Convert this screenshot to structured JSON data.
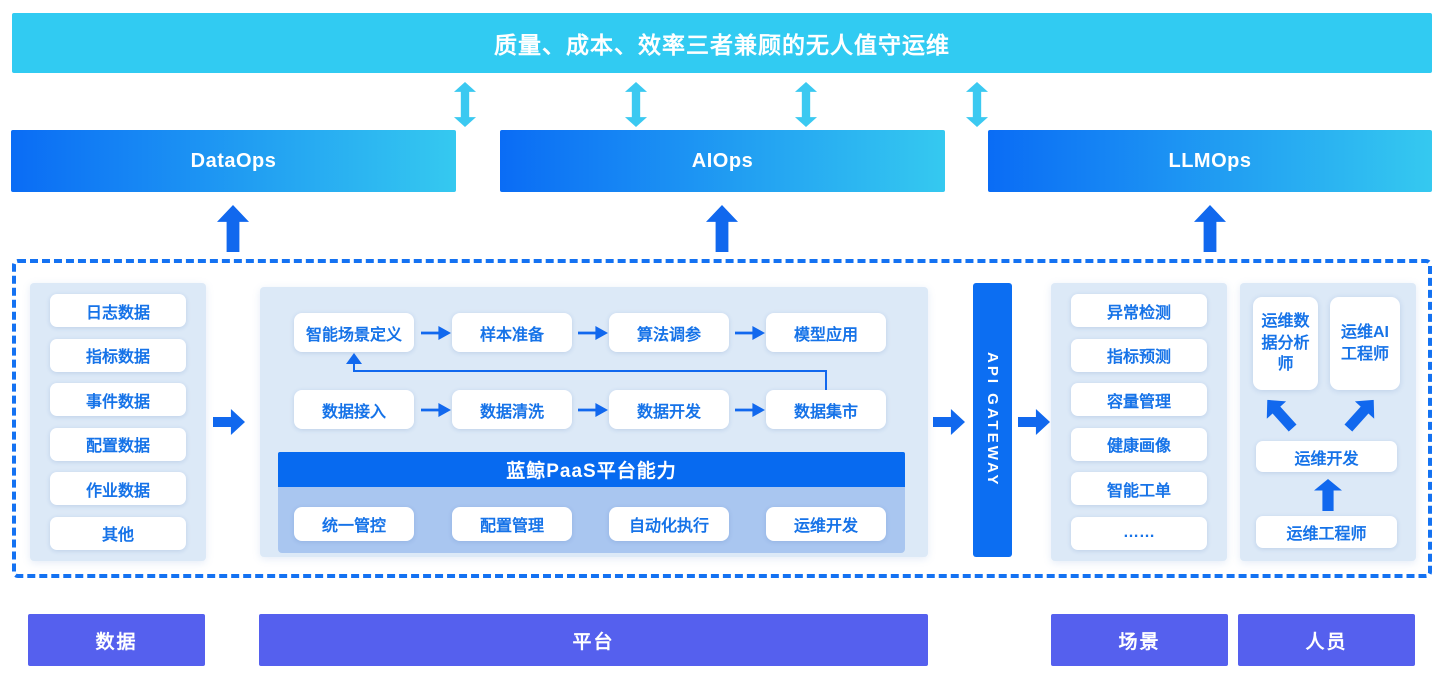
{
  "banner": {
    "title": "质量、成本、效率三者兼顾的无人值守运维"
  },
  "ops_bars": [
    "DataOps",
    "AIOps",
    "LLMOps"
  ],
  "data_panel": {
    "items": [
      "日志数据",
      "指标数据",
      "事件数据",
      "配置数据",
      "作业数据",
      "其他"
    ]
  },
  "platform_panel": {
    "ai_flow": [
      "智能场景定义",
      "样本准备",
      "算法调参",
      "模型应用"
    ],
    "data_flow": [
      "数据接入",
      "数据清洗",
      "数据开发",
      "数据集市"
    ],
    "paas_bar": "蓝鲸PaaS平台能力",
    "paas_items": [
      "统一管控",
      "配置管理",
      "自动化执行",
      "运维开发"
    ]
  },
  "gateway": {
    "label": "API GATEWAY"
  },
  "scene_panel": {
    "items": [
      "异常检测",
      "指标预测",
      "容量管理",
      "健康画像",
      "智能工单",
      "……"
    ]
  },
  "people_panel": {
    "roles": [
      "运维数据分析师",
      "运维AI工程师"
    ],
    "dev": "运维开发",
    "engineer": "运维工程师"
  },
  "bottom_bars": [
    "数据",
    "平台",
    "场景",
    "人员"
  ],
  "colors": {
    "banner_cyan": "#31CBF2",
    "gradient_blue": "#0A6CF5",
    "gradient_cyan": "#35C9F0",
    "arrow_blue": "#1168EE",
    "arrow_cyan": "#3BC9F1",
    "dashed_border": "#1472F2",
    "panel_bg": "#DCE9F7",
    "pill_text": "#1673E8",
    "paas_bar_bg": "#076AF0",
    "paas_subpanel_bg": "#A9C6F0",
    "gateway_bg": "#0C6EF2",
    "bottom_bar_purple": "#5560EE"
  }
}
